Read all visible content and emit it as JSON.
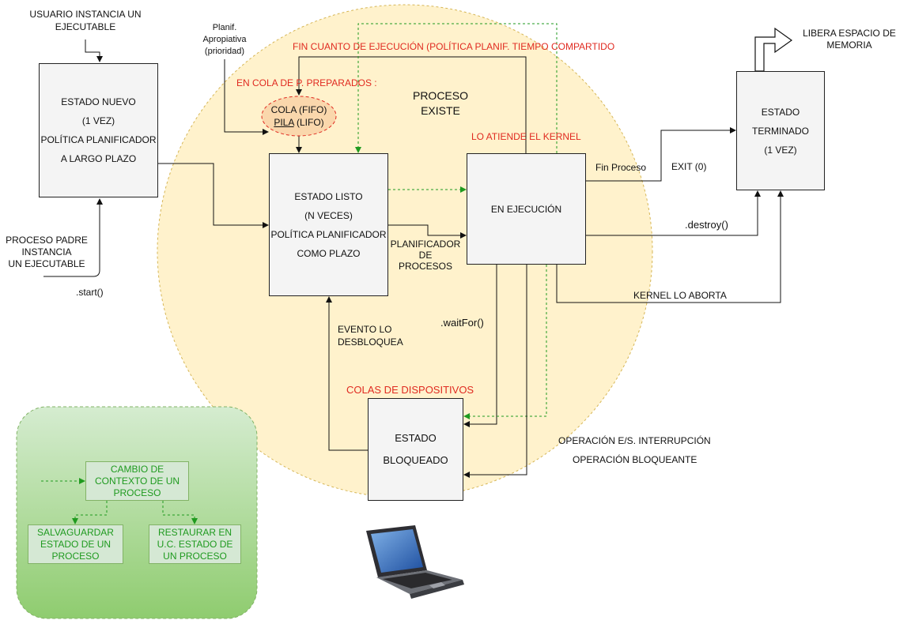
{
  "colors": {
    "circle_fill": "#fff2cc",
    "red_text": "#e02a20",
    "green_text": "#1f9a1f",
    "green_panel": "#97d077"
  },
  "states": {
    "nuevo": [
      "ESTADO NUEVO",
      "(1 VEZ)",
      "POLÍTICA PLANIFICADOR",
      "A LARGO PLAZO"
    ],
    "listo": [
      "ESTADO LISTO",
      "(N VECES)",
      "POLÍTICA PLANIFICADOR",
      "COMO PLAZO"
    ],
    "ejecucion": [
      "EN EJECUCIÓN"
    ],
    "terminado": [
      "ESTADO",
      "TERMINADO",
      "(1 VEZ)"
    ],
    "bloqueado": [
      "ESTADO",
      "BLOQUEADO"
    ]
  },
  "queue": {
    "line1": "COLA (FIFO)",
    "line2_underlined": "PILA",
    "line2_rest": " (LIFO)"
  },
  "labels": {
    "usuario": [
      "USUARIO INSTANCIA UN",
      "EJECUTABLE"
    ],
    "padre": [
      "PROCESO  PADRE",
      "INSTANCIA",
      "UN EJECUTABLE"
    ],
    "start": ".start()",
    "planif_apropiativa": [
      "Planif.",
      "Apropiativa",
      "(prioridad)"
    ],
    "fin_cuanto": "FIN CUANTO DE EJECUCIÓN (POLÍTICA PLANIF. TIEMPO COMPARTIDO",
    "en_cola": "EN COLA DE P. PREPARADOS :",
    "proceso_existe": [
      "PROCESO",
      "EXISTE"
    ],
    "lo_atiende": "LO ATIENDE EL KERNEL",
    "fin_proceso": "Fin Proceso",
    "exit": "EXIT (0)",
    "destroy": ".destroy()",
    "kernel_aborta": "KERNEL LO ABORTA",
    "planificador": [
      "PLANIFICADOR",
      "DE",
      "PROCESOS"
    ],
    "waitfor": ".waitFor()",
    "evento": [
      "EVENTO LO",
      "DESBLOQUEA"
    ],
    "colas_dispositivos": "COLAS DE DISPOSITIVOS",
    "operacion_es": "OPERACIÓN E/S. INTERRUPCIÓN",
    "operacion_bloq": "OPERACIÓN BLOQUEANTE",
    "libera": [
      "LIBERA ESPACIO DE",
      "MEMORIA"
    ]
  },
  "legend": {
    "cambio": [
      "CAMBIO DE",
      "CONTEXTO DE UN",
      "PROCESO"
    ],
    "salvaguardar": [
      "SALVAGUARDAR",
      "ESTADO DE UN",
      "PROCESO"
    ],
    "restaurar": [
      "RESTAURAR EN",
      "U.C. ESTADO DE",
      "UN PROCESO"
    ]
  },
  "icons": {
    "laptop": "laptop-icon",
    "memory_arrow": "block-arrow-icon"
  }
}
